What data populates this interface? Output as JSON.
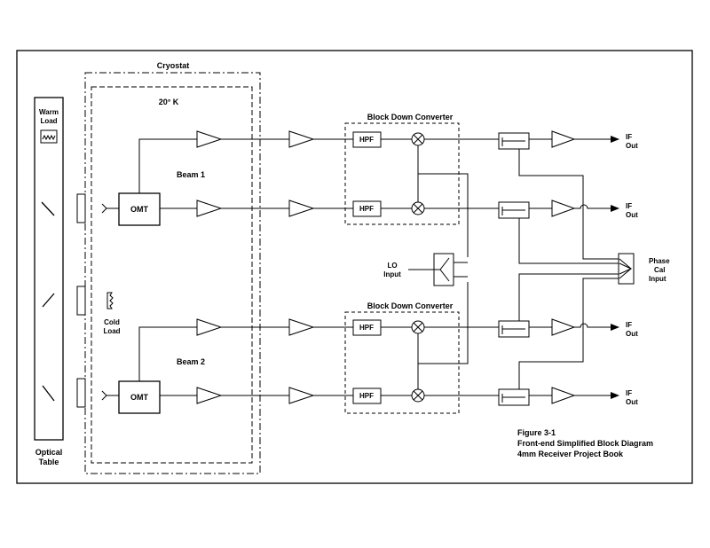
{
  "labels": {
    "cryostat": "Cryostat",
    "temperature": "20° K",
    "warm_load": [
      "Warm",
      "Load"
    ],
    "cold_load": [
      "Cold",
      "Load"
    ],
    "optical_table": [
      "Optical",
      "Table"
    ],
    "beam1": "Beam 1",
    "beam2": "Beam 2",
    "omt": "OMT",
    "block_down_converter": "Block Down Converter",
    "hpf": "HPF",
    "lo_input": [
      "LO",
      "Input"
    ],
    "if_out": [
      "IF",
      "Out"
    ],
    "phase_cal_input": [
      "Phase",
      "Cal",
      "Input"
    ],
    "figure_caption": [
      "Figure 3-1",
      "Front-end Simplified Block Diagram",
      "4mm Receiver Project Book"
    ]
  }
}
